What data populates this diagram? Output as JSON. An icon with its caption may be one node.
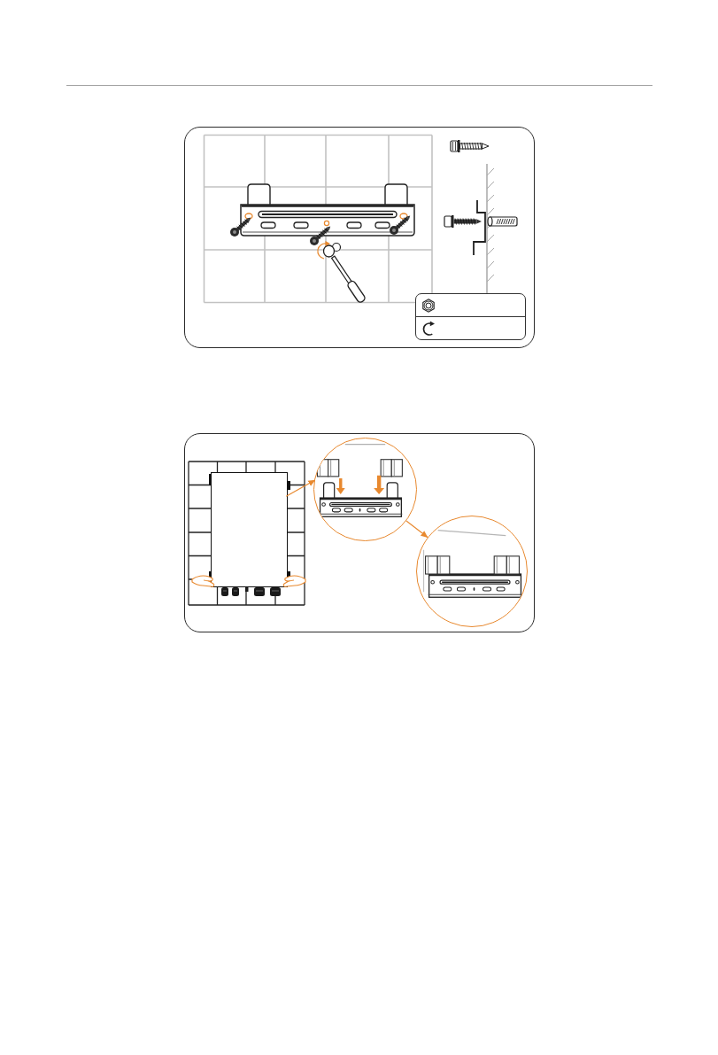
{
  "diagram": {
    "nodes": [
      {
        "text": [],
        "shape": "box"
      },
      {
        "text": [],
        "shape": "circle"
      },
      {
        "text": [],
        "shape": "circle"
      }
    ],
    "edges": [
      {
        "from": 0,
        "to": 1,
        "arrow": "to",
        "color": "#e8892f"
      },
      {
        "from": 1,
        "to": 2,
        "arrow": "to",
        "color": "#e8892f"
      }
    ]
  }
}
